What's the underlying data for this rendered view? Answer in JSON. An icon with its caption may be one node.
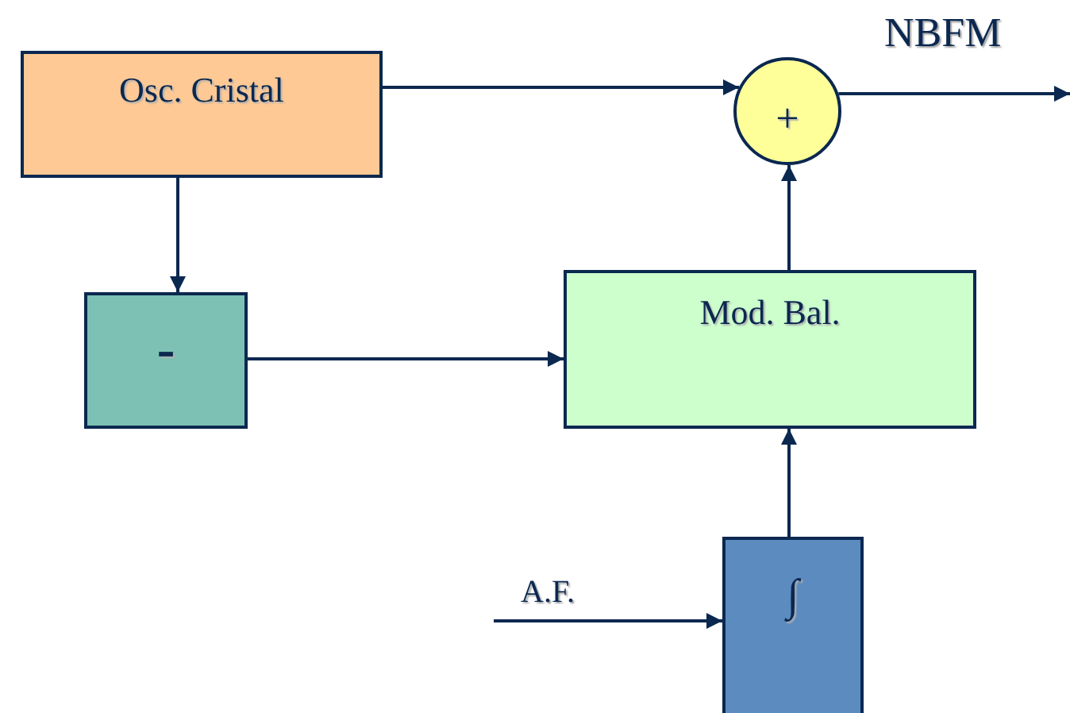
{
  "diagram": {
    "nodes": [
      {
        "text": [
          "Osc. Cristal"
        ]
      },
      {
        "text": [
          "+"
        ]
      },
      {
        "text": [
          "-"
        ]
      },
      {
        "text": [
          "Mod. Bal."
        ]
      },
      {
        "text": [
          "∫"
        ]
      }
    ],
    "edges": [
      {
        "from": 0,
        "to": 1,
        "arrow": "to"
      },
      {
        "from": 1,
        "to": null,
        "arrow": "to",
        "label": "NBFM"
      },
      {
        "from": 0,
        "to": 2,
        "arrow": "to"
      },
      {
        "from": 2,
        "to": 3,
        "arrow": "to"
      },
      {
        "from": 4,
        "to": 3,
        "arrow": "to"
      },
      {
        "from": 3,
        "to": 1,
        "arrow": "to"
      },
      {
        "from": null,
        "to": 4,
        "arrow": "to",
        "label": "A.F."
      }
    ]
  }
}
